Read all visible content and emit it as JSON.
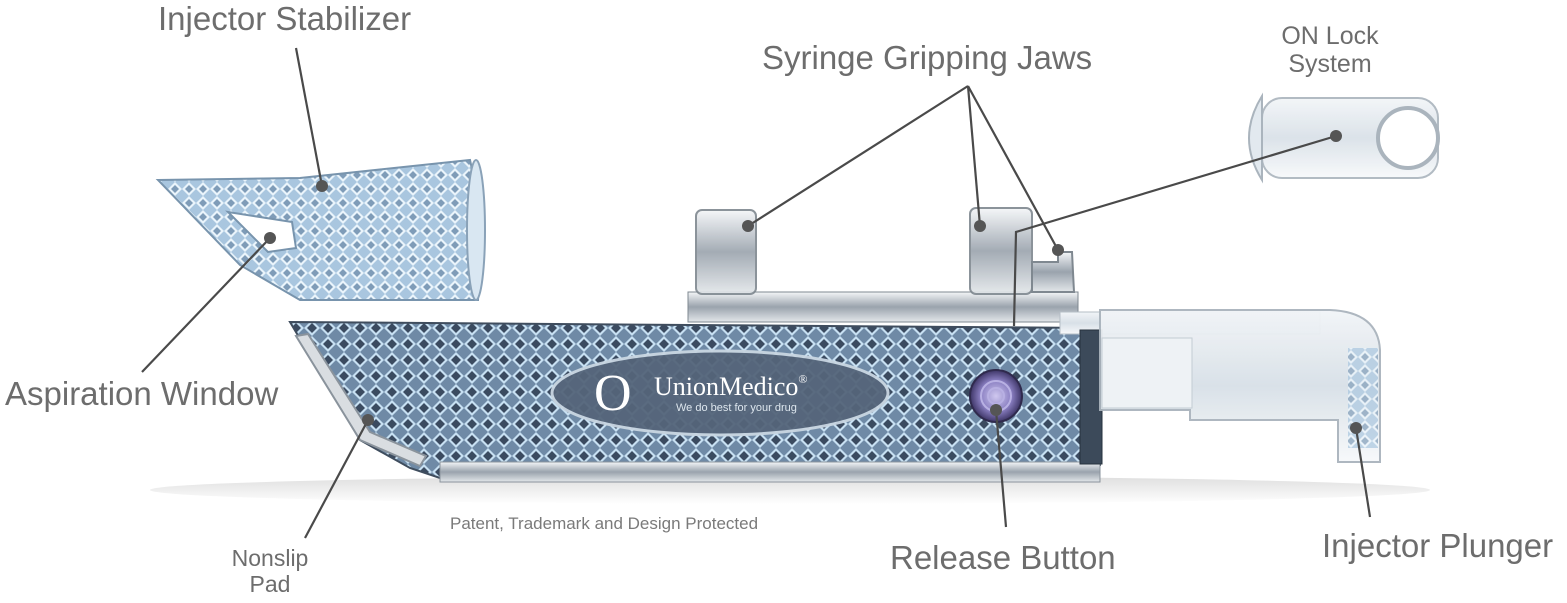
{
  "labels": {
    "injector_stabilizer": "Injector Stabilizer",
    "syringe_gripping_jaws": "Syringe Gripping Jaws",
    "on_lock_line1": "ON Lock",
    "on_lock_line2": "System",
    "aspiration_window": "Aspiration Window",
    "nonslip_line1": "Nonslip",
    "nonslip_line2": "Pad",
    "release_button": "Release Button",
    "injector_plunger": "Injector Plunger",
    "patent": "Patent, Trademark and Design Protected"
  },
  "logo": {
    "mark": "O",
    "brand": "UnionMedico",
    "registered": "®",
    "tagline": "We do best for your drug"
  },
  "colors": {
    "label_text": "#6d6d6d",
    "leader_line": "#4a4a4a",
    "body_steel": "#4b5a6e",
    "body_highlight": "#b9d6ec",
    "release_button": "#8a7fc2"
  }
}
